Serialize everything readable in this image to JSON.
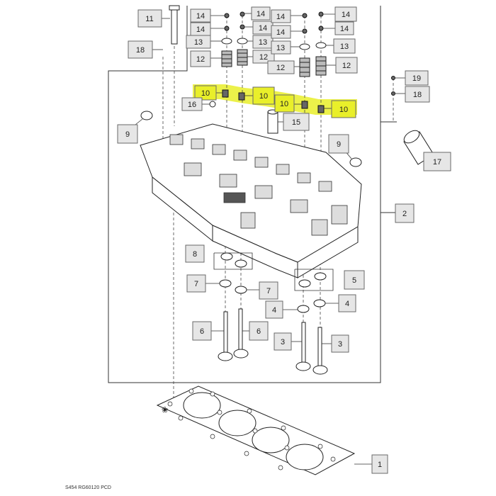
{
  "diagram": {
    "caption": "S454 RG60120 PCD",
    "callouts": {
      "c11": "11",
      "c18_left": "18",
      "c14_a": "14",
      "c14_b": "14",
      "c14_c": "14",
      "c14_d": "14",
      "c14_e": "14",
      "c14_f": "14",
      "c14_g": "14",
      "c14_h": "14",
      "c13_a": "13",
      "c13_b": "13",
      "c13_c": "13",
      "c13_d": "13",
      "c12_a": "12",
      "c12_b": "12",
      "c12_c": "12",
      "c12_d": "12",
      "c10_a": "10",
      "c10_b": "10",
      "c10_c": "10",
      "c10_d": "10",
      "c16": "16",
      "c15": "15",
      "c19": "19",
      "c18_right": "18",
      "c9_left": "9",
      "c9_right": "9",
      "c17": "17",
      "c2": "2",
      "c8": "8",
      "c5": "5",
      "c7_left": "7",
      "c7_right": "7",
      "c4_left": "4",
      "c4_right": "4",
      "c6_left": "6",
      "c6_right": "6",
      "c3_left": "3",
      "c3_right": "3",
      "c1": "1"
    },
    "colors": {
      "highlight": "#e9ef2a",
      "callout_fill": "#e6e6e6"
    }
  }
}
